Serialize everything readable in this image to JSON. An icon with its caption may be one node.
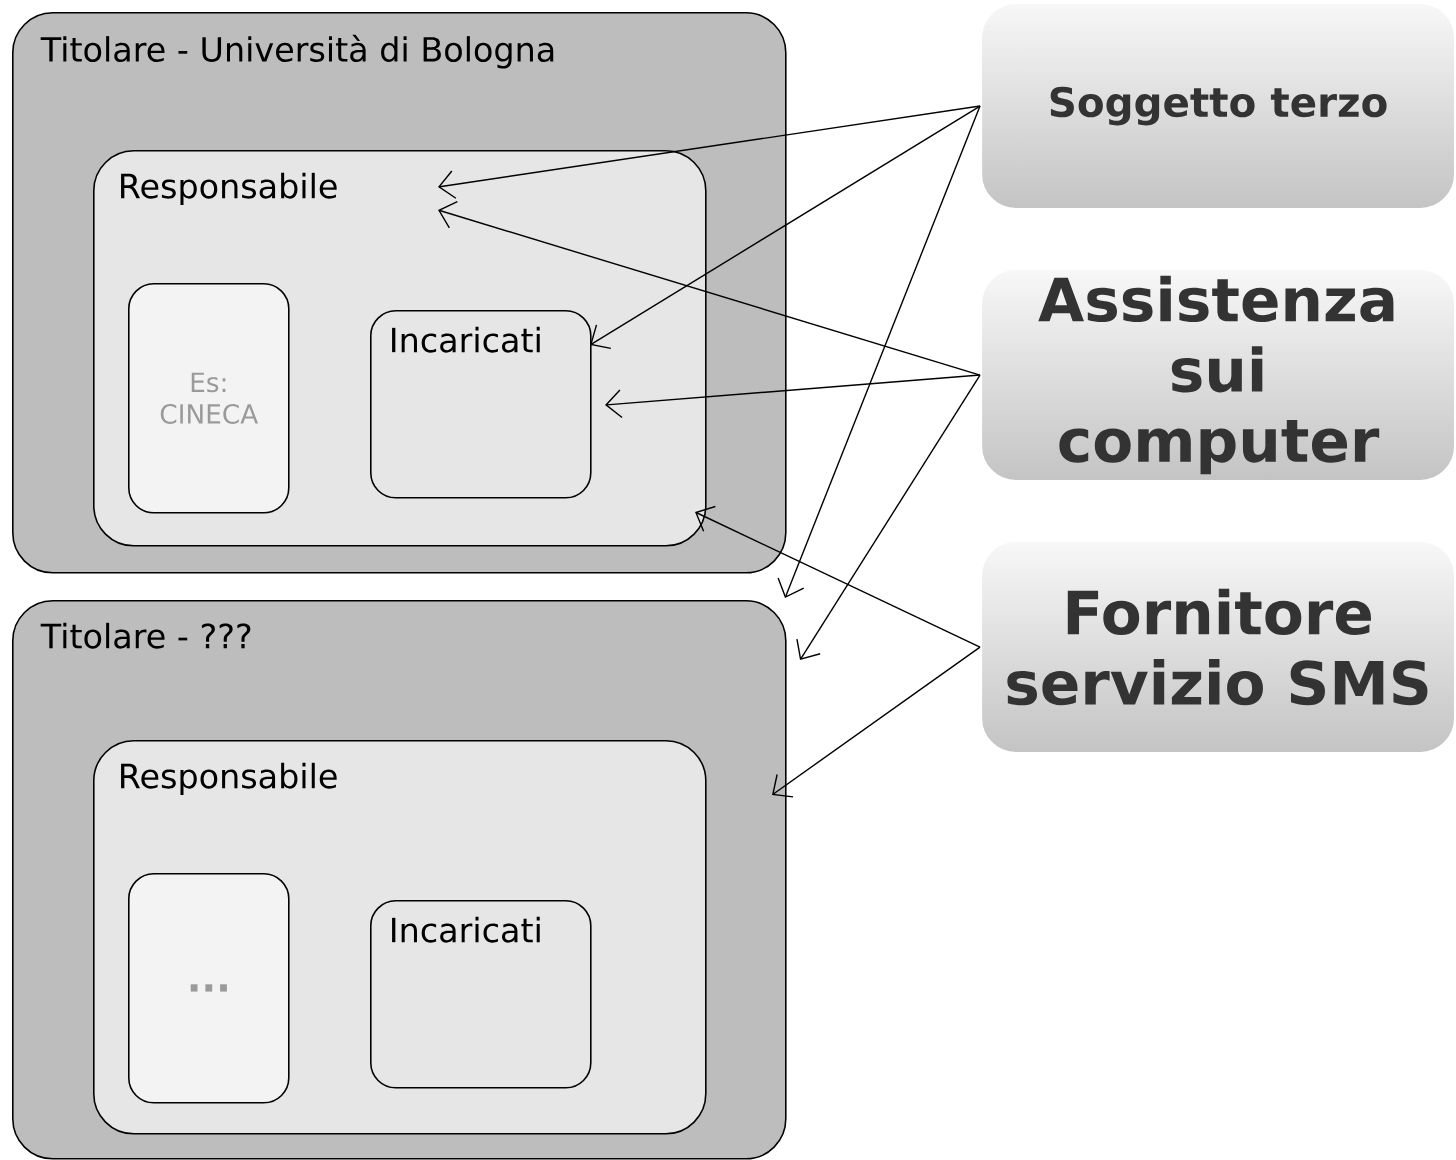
{
  "diagram": {
    "nodes": [
      {
        "text": [
          "Titolare - Università di Bologna"
        ]
      },
      {
        "text": [
          "Responsabile"
        ],
        "in": 0
      },
      {
        "text": [
          "Es: CINECA"
        ],
        "in": 1
      },
      {
        "text": [
          "Incaricati"
        ],
        "in": 1
      },
      {
        "text": [
          "Titolare - ???"
        ]
      },
      {
        "text": [
          "Responsabile"
        ],
        "in": 4
      },
      {
        "text": [
          "..."
        ],
        "in": 5
      },
      {
        "text": [
          "Incaricati"
        ],
        "in": 5
      },
      {
        "text": [
          "Soggetto terzo"
        ]
      },
      {
        "text": [
          "Assistenza sui computer"
        ]
      },
      {
        "text": [
          "Fornitore servizio SMS"
        ]
      }
    ],
    "edges": [
      {
        "from": 8,
        "to": 1,
        "arrow": "to"
      },
      {
        "from": 8,
        "to": 3,
        "arrow": "to"
      },
      {
        "from": 8,
        "to": 4,
        "arrow": "to"
      },
      {
        "from": 9,
        "to": 1,
        "arrow": "to"
      },
      {
        "from": 9,
        "to": 3,
        "arrow": "to"
      },
      {
        "from": 9,
        "to": 4,
        "arrow": "to"
      },
      {
        "from": 10,
        "to": 1,
        "arrow": "to"
      },
      {
        "from": 10,
        "to": 4,
        "arrow": "to"
      }
    ]
  }
}
